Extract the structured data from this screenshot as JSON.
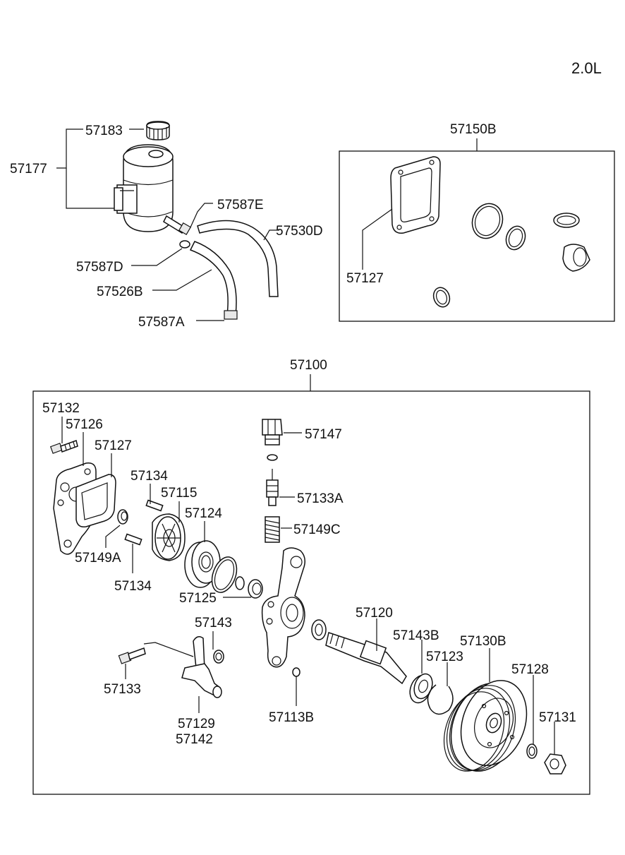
{
  "engine": "2.0L",
  "reservoir_group": {
    "assembly": "57177",
    "cap": "57183",
    "clamp_e": "57587E",
    "clamp_d": "57587D",
    "clamp_a": "57587A",
    "hose_b": "57526B",
    "hose_d": "57530D"
  },
  "seal_kit": {
    "kit": "57150B",
    "gasket": "57127"
  },
  "pump": {
    "assembly": "57100",
    "labels": {
      "p57132": "57132",
      "p57126": "57126",
      "p57127": "57127",
      "p57134a": "57134",
      "p57115": "57115",
      "p57124": "57124",
      "p57149a": "57149A",
      "p57134b": "57134",
      "p57147": "57147",
      "p57133a": "57133A",
      "p57149c": "57149C",
      "p57125": "57125",
      "p57143": "57143",
      "p57120": "57120",
      "p57143b": "57143B",
      "p57130b": "57130B",
      "p57123": "57123",
      "p57128": "57128",
      "p57131": "57131",
      "p57133": "57133",
      "p57129": "57129",
      "p57142": "57142",
      "p57113b": "57113B"
    }
  }
}
